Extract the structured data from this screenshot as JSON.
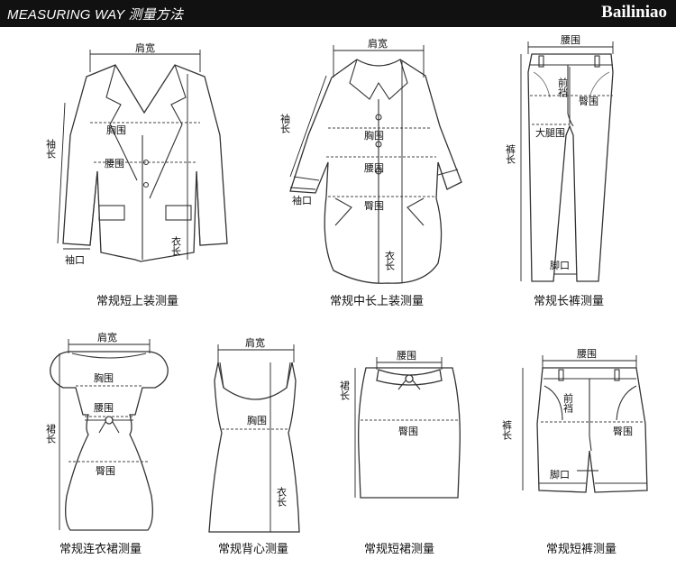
{
  "header": {
    "title": "MEASURING WAY 测量方法",
    "brand": "Bailiniao"
  },
  "labels": {
    "shoulder": "肩宽",
    "chest": "胸围",
    "waist": "腰围",
    "hip": "臀围",
    "sleeve": "袖长",
    "cuff": "袖口",
    "length": "衣长",
    "front_rise": "前裆",
    "thigh": "大腿围",
    "pants_length": "裤长",
    "leg_opening": "脚口",
    "skirt_length": "裙长"
  },
  "captions": {
    "jacket": "常规短上装测量",
    "coat": "常规中长上装测量",
    "pants": "常规长裤测量",
    "dress": "常规连衣裙测量",
    "vest": "常规背心测量",
    "skirt": "常规短裙测量",
    "shorts": "常规短裤测量"
  }
}
